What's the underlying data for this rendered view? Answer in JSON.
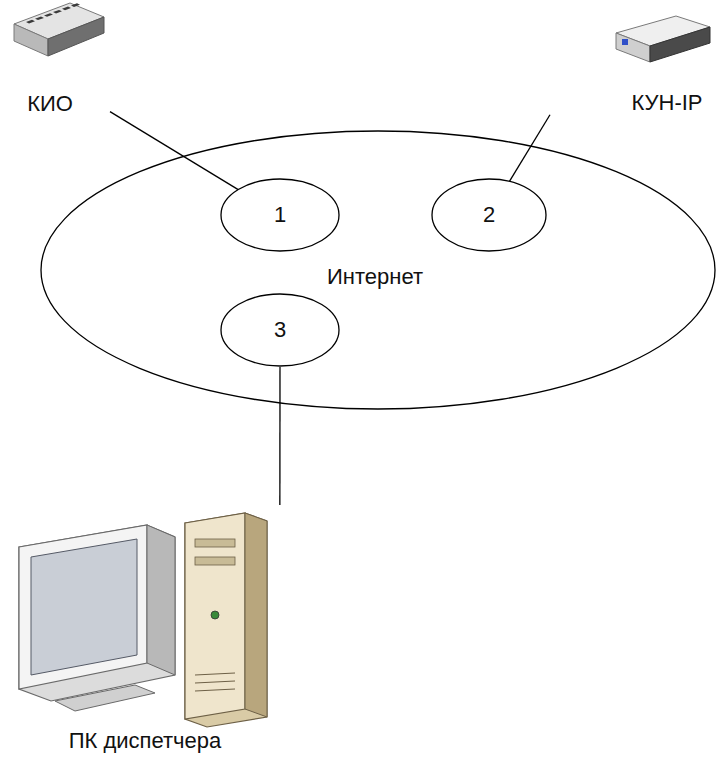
{
  "diagram": {
    "nodes": [
      {
        "text": [
          "КИО"
        ]
      },
      {
        "text": [
          "КУН-IP"
        ]
      },
      {
        "text": [
          "Интернет"
        ]
      },
      {
        "text": [
          "1"
        ],
        "in": 2
      },
      {
        "text": [
          "2"
        ],
        "in": 2
      },
      {
        "text": [
          "3"
        ],
        "in": 2
      },
      {
        "text": [
          "ПК диспетчера"
        ]
      }
    ],
    "edges": [
      {
        "from": 0,
        "to": 3,
        "arrow": "none"
      },
      {
        "from": 1,
        "to": 4,
        "arrow": "none"
      },
      {
        "from": 5,
        "to": 6,
        "arrow": "none"
      }
    ]
  }
}
